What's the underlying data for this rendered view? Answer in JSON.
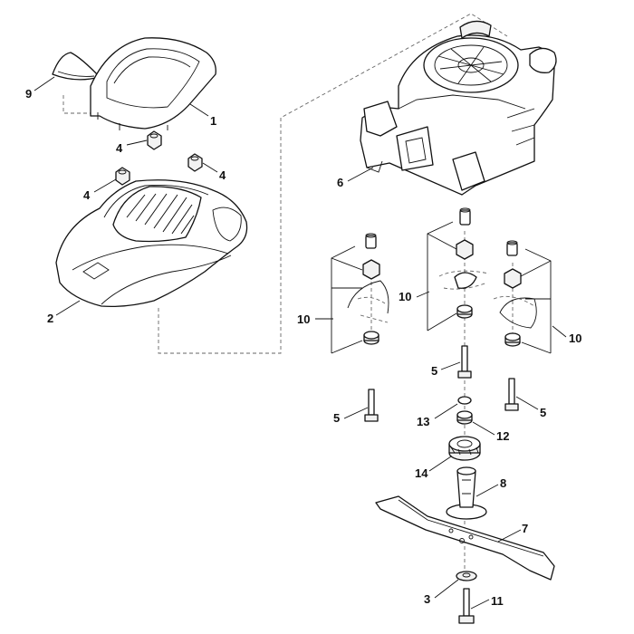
{
  "callouts": {
    "c1": "1",
    "c2": "2",
    "c3": "3",
    "c4a": "4",
    "c4b": "4",
    "c4c": "4",
    "c5a": "5",
    "c5b": "5",
    "c5c": "5",
    "c6": "6",
    "c7": "7",
    "c8": "8",
    "c9": "9",
    "c10a": "10",
    "c10b": "10",
    "c10c": "10",
    "c11": "11",
    "c12": "12",
    "c13": "13",
    "c14": "14"
  }
}
